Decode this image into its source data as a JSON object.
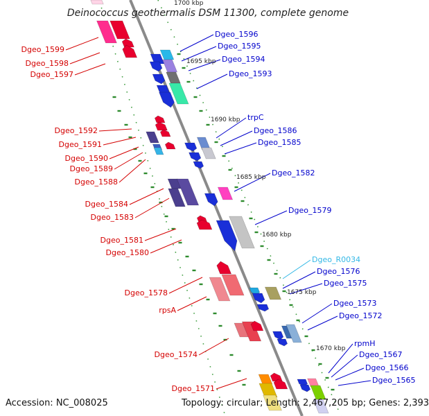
{
  "title": "Deinococcus geothermalis DSM 11300, complete genome",
  "footer": {
    "accession": "Accession: NC_008025",
    "topology": "Topology: circular; Length: 2,467,205 bp; Genes: 2,393"
  },
  "colors": {
    "backbone": "#8a8a8a",
    "forward_label": "#0000cc",
    "reverse_label": "#d40000",
    "rna_label": "#33b8e6",
    "tick": "#2e8b2e",
    "tick_dots": "#3a9a3a"
  },
  "scale_labels": [
    "1700 kbp",
    "1695 kbp",
    "1690 kbp",
    "1685 kbp",
    "1680 kbp",
    "1675 kbp",
    "1670 kbp"
  ],
  "forward_genes": [
    "Dgeo_1596",
    "Dgeo_1595",
    "Dgeo_1594",
    "Dgeo_1593",
    "trpC",
    "Dgeo_1586",
    "Dgeo_1585",
    "Dgeo_1582",
    "Dgeo_1579",
    "Dgeo_1576",
    "Dgeo_1575",
    "Dgeo_1573",
    "Dgeo_1572",
    "rpmH",
    "Dgeo_1567",
    "Dgeo_1566",
    "Dgeo_1565"
  ],
  "reverse_genes": [
    "Dgeo_1599",
    "Dgeo_1598",
    "Dgeo_1597",
    "Dgeo_1592",
    "Dgeo_1591",
    "Dgeo_1590",
    "Dgeo_1589",
    "Dgeo_1588",
    "Dgeo_1584",
    "Dgeo_1583",
    "Dgeo_1581",
    "Dgeo_1580",
    "Dgeo_1578",
    "rpsA",
    "Dgeo_1574",
    "Dgeo_1571"
  ],
  "rna_genes": [
    "Dgeo_R0034"
  ]
}
